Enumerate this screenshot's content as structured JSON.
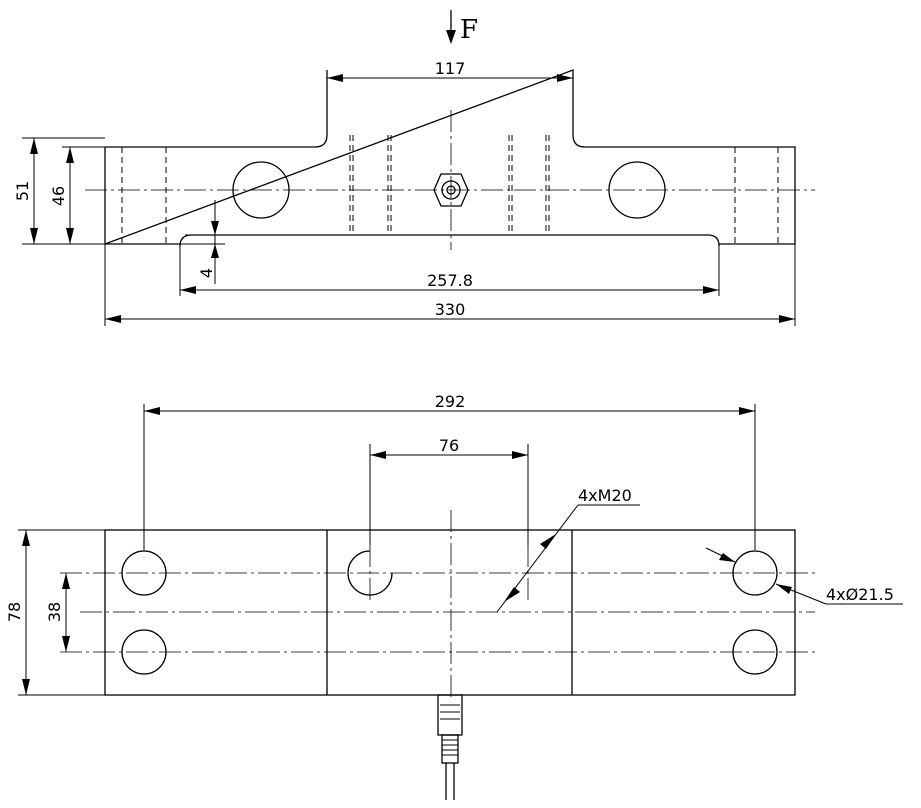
{
  "drawing": {
    "force_label": "F",
    "top_view": {
      "dims": {
        "top_span": "117",
        "overall_height": "51",
        "body_height": "46",
        "step": "4",
        "bottom_span": "257.8",
        "overall_length": "330"
      }
    },
    "bottom_view": {
      "dims": {
        "hole_pitch": "292",
        "center_pitch": "76",
        "overall_width": "78",
        "hole_spacing": "38"
      },
      "callouts": {
        "thread": "4xM20",
        "holes": "4xØ21.5"
      }
    }
  }
}
